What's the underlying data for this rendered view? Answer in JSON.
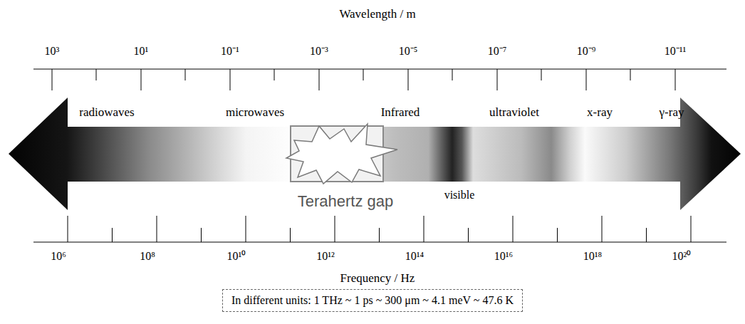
{
  "diagram": {
    "nodes": [
      {
        "text": [
          "Terahertz gap"
        ]
      },
      {
        "text": [
          "In different units: 1 THz ~ 1 ps ~ 300 μm ~ 4.1 meV ~ 47.6 K"
        ]
      }
    ],
    "labels": [
      "Wavelength / m",
      "10³",
      "10¹",
      "10⁻¹",
      "10⁻³",
      "10⁻⁵",
      "10⁻⁷",
      "10⁻⁹",
      "10⁻¹¹",
      "radiowaves",
      "microwaves",
      "Infrared",
      "ultraviolet",
      "x-ray",
      "γ-ray",
      "visible",
      "10⁶",
      "10⁸",
      "10¹⁰",
      "10¹²",
      "10¹⁴",
      "10¹⁶",
      "10¹⁸",
      "10²⁰",
      "Frequency / Hz"
    ]
  }
}
